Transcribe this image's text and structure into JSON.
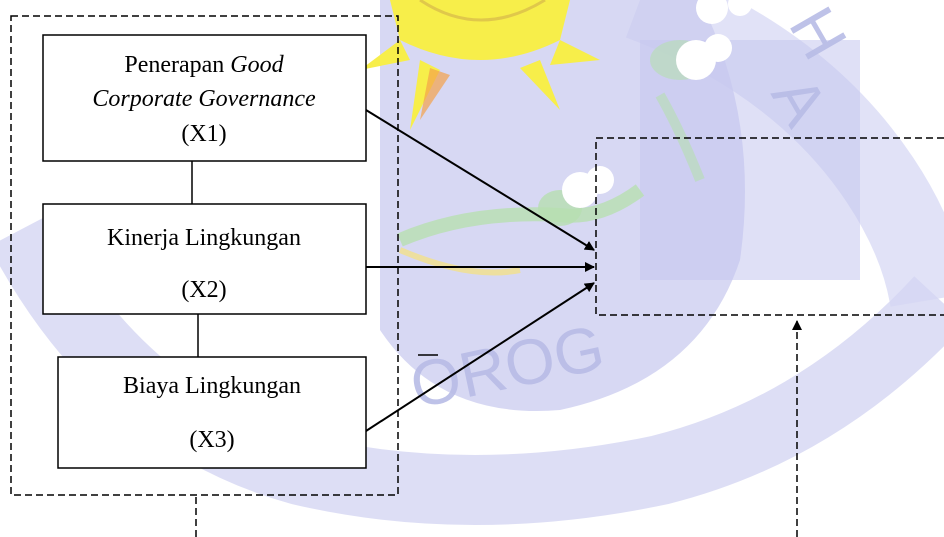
{
  "watermark": {
    "logo_letters": [
      "H",
      "A"
    ],
    "arc_text": "OROG"
  },
  "colors": {
    "watermark_lavender": "#c9cbef",
    "watermark_soft": "#dcdef5",
    "watermark_dark": "#b4b8e4",
    "logo_yellow": "#f7ee4a",
    "logo_orange": "#f3a24a",
    "logo_green": "#bfe3b8",
    "stroke": "#000000"
  },
  "boxes": {
    "x1": {
      "line1_plain": "Penerapan ",
      "line1_italic": "Good",
      "line2_italic": "Corporate Governance",
      "line3": "(X1)"
    },
    "x2": {
      "line1": "Kinerja Lingkungan",
      "line2": "(X2)"
    },
    "x3": {
      "line1": "Biaya Lingkungan",
      "line2": "(X3)"
    }
  }
}
